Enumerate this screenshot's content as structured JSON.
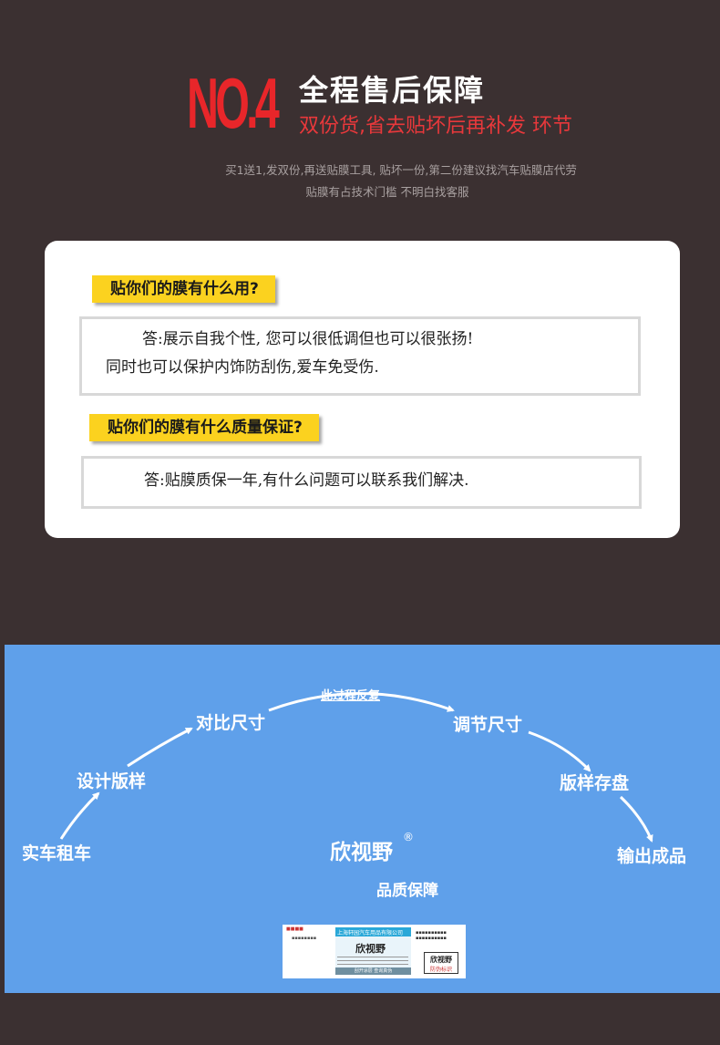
{
  "header": {
    "number": "NO.4",
    "title": "全程售后保障",
    "subtitle": "双份货,省去贴坏后再补发 环节",
    "desc_line1": "买1送1,发双份,再送贴膜工具, 贴坏一份,第二份建议找汽车贴膜店代劳",
    "desc_line2": "贴膜有占技术门槛 不明白找客服"
  },
  "qa": [
    {
      "question": "贴你们的膜有什么用?",
      "answer_line1": "答:展示自我个性, 您可以很低调但也可以很张扬!",
      "answer_line2": "同时也可以保护内饰防刮伤,爱车免受伤."
    },
    {
      "question": "贴你们的膜有什么质量保证?",
      "answer_line1": "答:贴膜质保一年,有什么问题可以联系我们解决."
    }
  ],
  "process": {
    "steps": [
      "实车租车",
      "设计版样",
      "对比尺寸",
      "调节尺寸",
      "版样存盘",
      "输出成品"
    ],
    "repeat_label": "此过程反复",
    "brand": "欣视野",
    "brand_reg": "®",
    "brand_tagline": "品质保障"
  },
  "label": {
    "company": "上海轩园汽车用品有限公司",
    "brand": "欣视野",
    "footer": "刮开涂层 查询真伪",
    "badge_brand": "欣视野",
    "badge_sub": "防伪标识"
  },
  "colors": {
    "background": "#3b3031",
    "accent_red": "#e8262a",
    "question_yellow": "#fbd21f",
    "process_blue": "#5fa0ea"
  }
}
